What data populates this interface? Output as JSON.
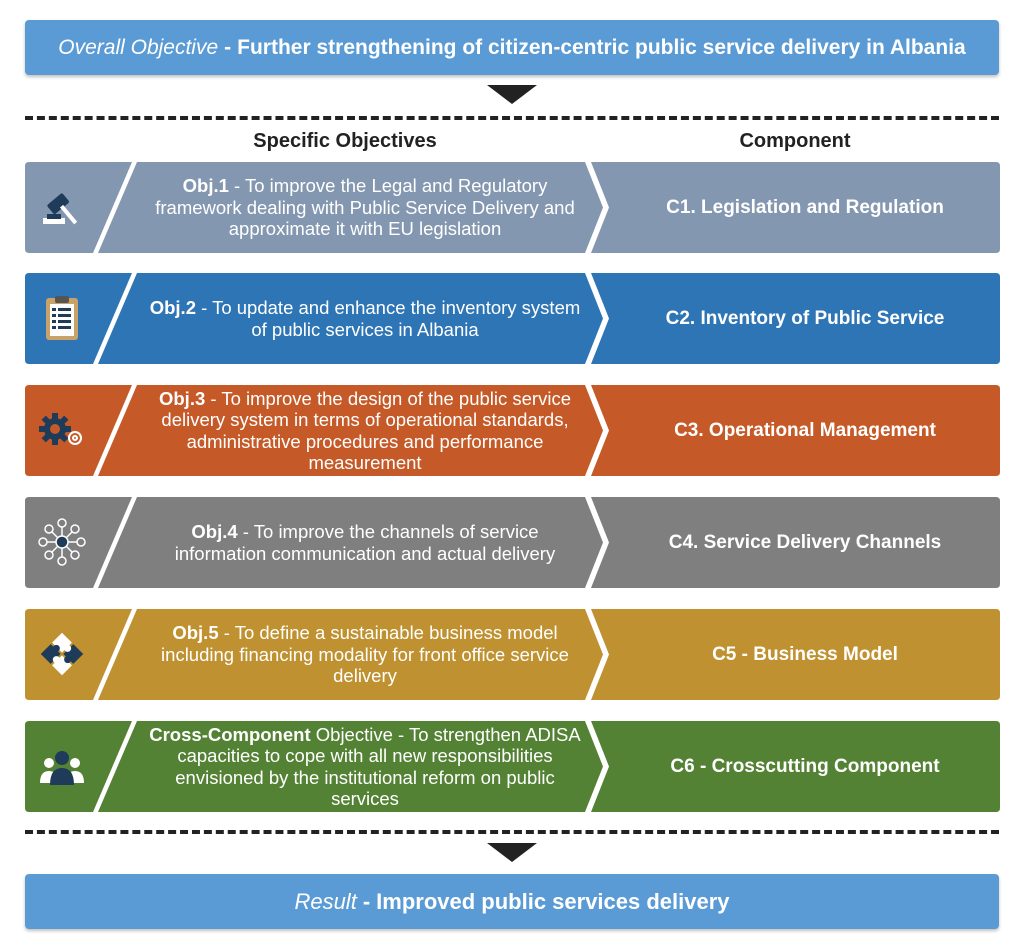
{
  "overall": {
    "label": "Overall Objective",
    "sep": "-",
    "text": "Further strengthening of citizen-centric public service delivery in Albania"
  },
  "headers": {
    "objectives": "Specific Objectives",
    "component": "Component"
  },
  "rows": [
    {
      "color": "#8497b0",
      "icon": "gavel-icon",
      "obj_label": "Obj.1",
      "obj_text": "- To improve the Legal and Regulatory framework dealing with Public Service Delivery and approximate it with EU legislation",
      "component": "C1. Legislation and Regulation"
    },
    {
      "color": "#2e75b6",
      "icon": "clipboard-checklist-icon",
      "obj_label": "Obj.2",
      "obj_text": "- To update and enhance the inventory system of public services in Albania",
      "component": "C2. Inventory of Public Service"
    },
    {
      "color": "#c55a28",
      "icon": "gears-icon",
      "obj_label": "Obj.3",
      "obj_text": "- To improve the design of the public service delivery system in terms of operational standards, administrative procedures and performance measurement",
      "component": "C3. Operational Management"
    },
    {
      "color": "#7f7f7f",
      "icon": "network-hub-icon",
      "obj_label": "Obj.4",
      "obj_text": "- To improve the channels of service information communication and actual delivery",
      "component": "C4. Service Delivery Channels"
    },
    {
      "color": "#bf9130",
      "icon": "puzzle-icon",
      "obj_label": "Obj.5",
      "obj_text": "- To define a sustainable business model including financing modality for front office service delivery",
      "component": "C5 - Business Model"
    },
    {
      "color": "#548235",
      "icon": "people-group-icon",
      "obj_label": "Cross-Component",
      "obj_text": "Objective - To strengthen ADISA capacities to cope with all new responsibilities envisioned by the institutional reform on public services",
      "component": "C6 - Crosscutting Component"
    }
  ],
  "result": {
    "label": "Result",
    "sep": "-",
    "text": "Improved public services delivery"
  }
}
